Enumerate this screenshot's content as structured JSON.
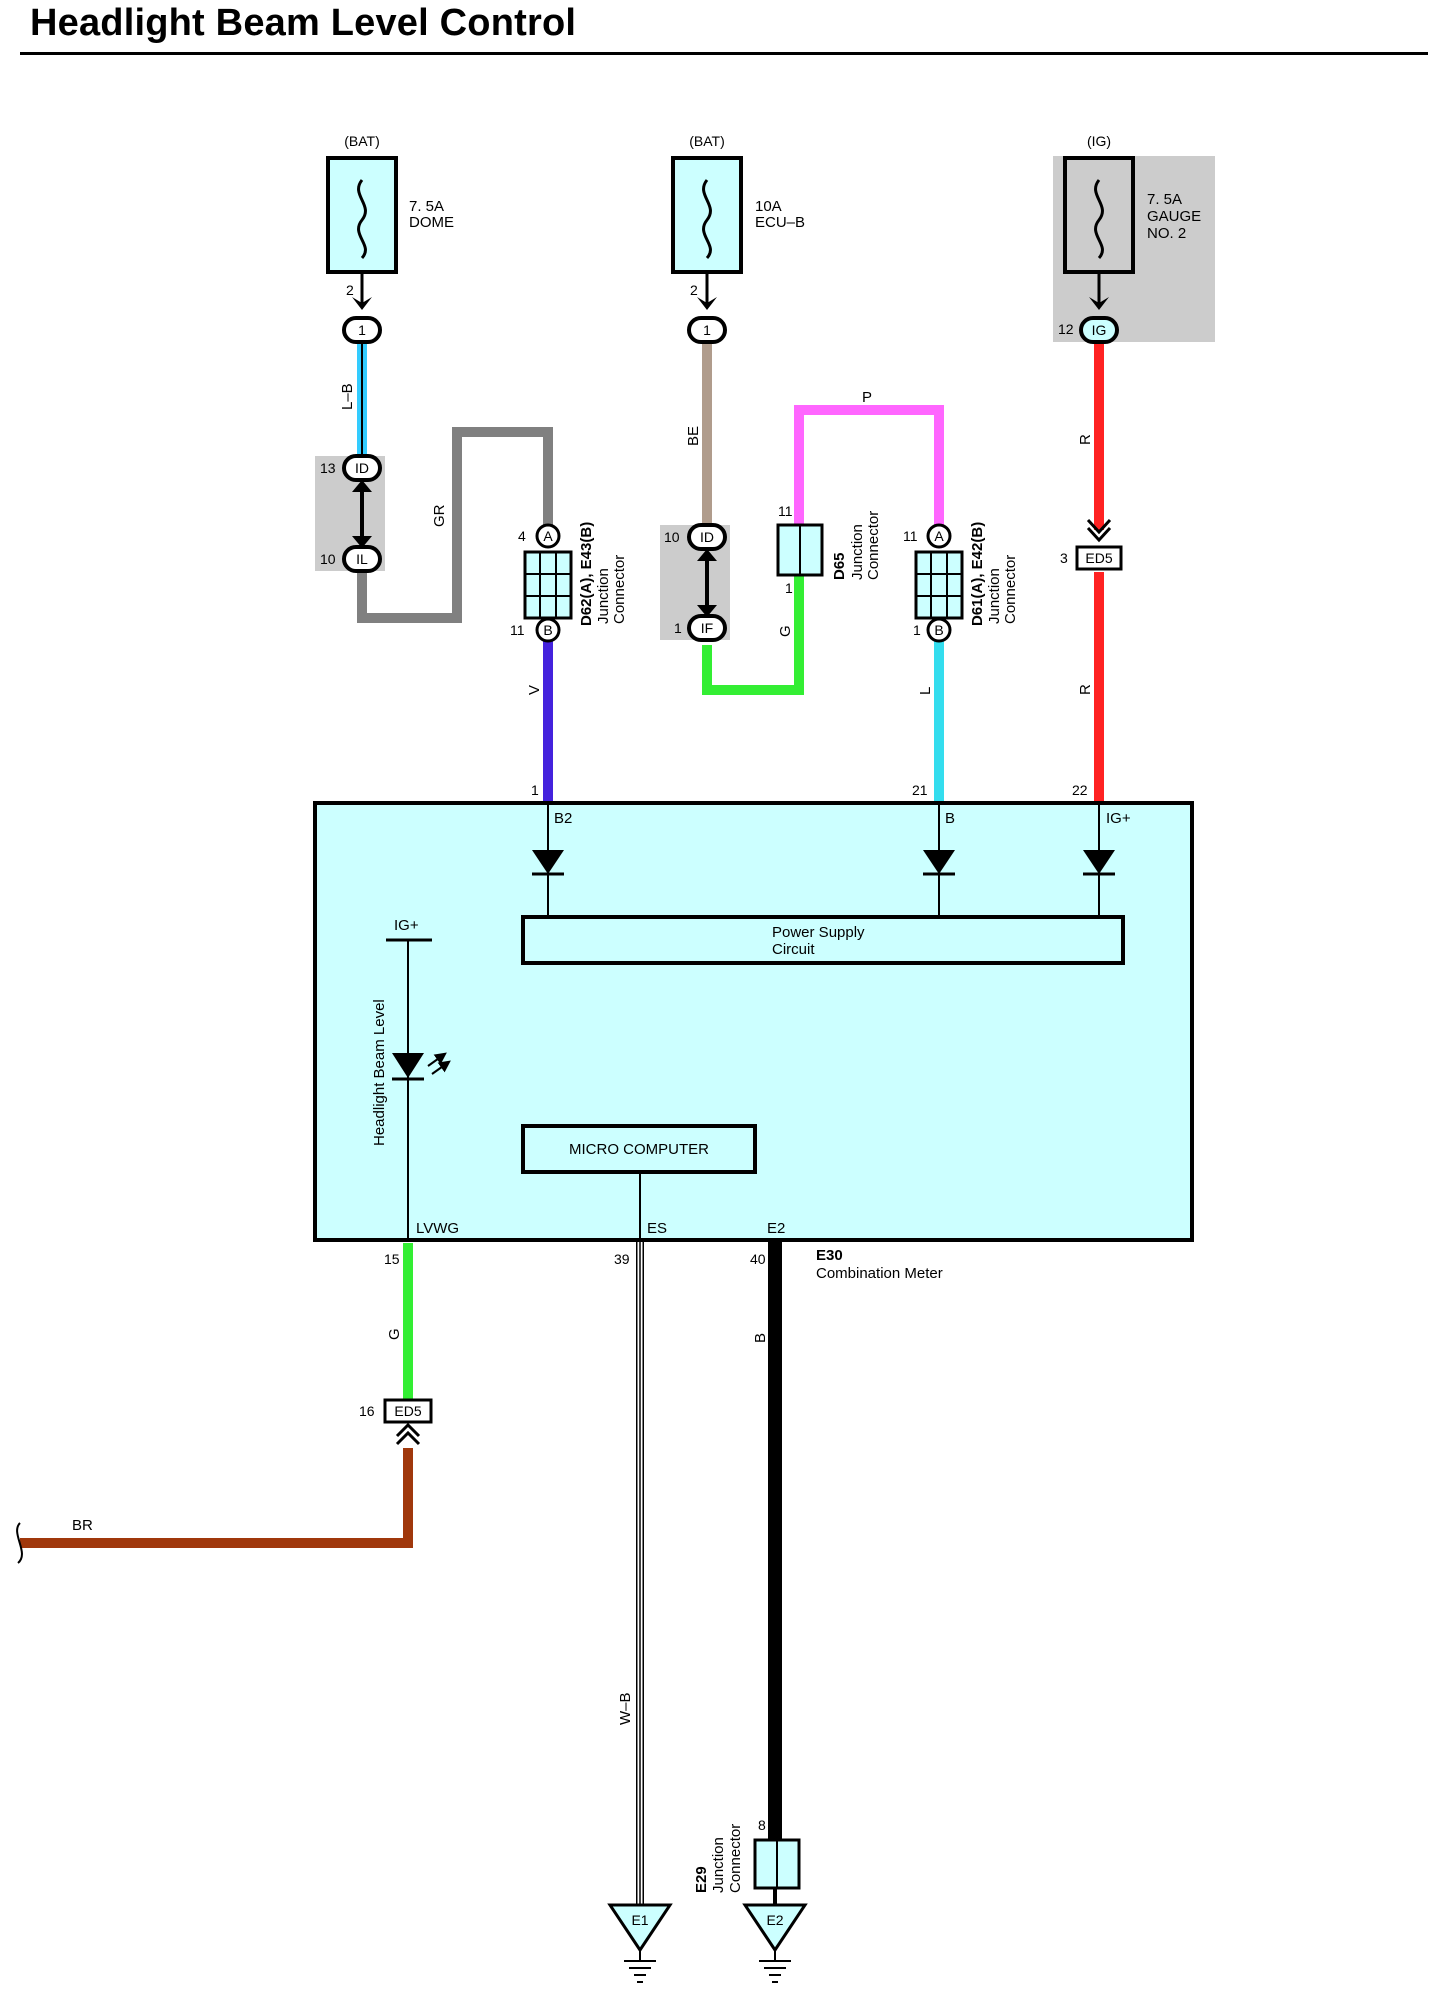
{
  "title": "Headlight Beam Level Control",
  "colors": {
    "fuse_fill": "#ccffff",
    "shaded_box": "#cccccc",
    "meter_fill": "#ccffff",
    "wire_lb": "#33ccff",
    "wire_gr": "#808080",
    "wire_be": "#b09c8c",
    "wire_p": "#ff66ff",
    "wire_g": "#33ee33",
    "wire_v": "#4422dd",
    "wire_l": "#33ddee",
    "wire_r": "#ff2222",
    "wire_br": "#a0380c",
    "wire_b": "#000000"
  },
  "fuses": {
    "dome": {
      "source": "(BAT)",
      "rating": "7. 5A",
      "name": "DOME",
      "pin": "2",
      "connector": "1"
    },
    "ecub": {
      "source": "(BAT)",
      "rating": "10A",
      "name": "ECU–B",
      "pin": "2",
      "connector": "1"
    },
    "gauge": {
      "source": "(IG)",
      "rating": "7. 5A",
      "name_line1": "GAUGE",
      "name_line2": "NO. 2",
      "pin": "12",
      "connector": "IG"
    }
  },
  "junctions": {
    "id_left": {
      "pin_top": "13",
      "conn_top": "ID",
      "pin_bottom": "10",
      "conn_bottom": "IL"
    },
    "id_mid": {
      "pin_top": "10",
      "conn_top": "ID",
      "pin_bottom": "1",
      "conn_bottom": "IF"
    },
    "d62": {
      "label": "D62(A), E43(B)",
      "type_line1": "Junction",
      "type_line2": "Connector",
      "pin_a": "4",
      "conn_a": "A",
      "pin_b": "11",
      "conn_b": "B"
    },
    "d61": {
      "label": "D61(A), E42(B)",
      "type_line1": "Junction",
      "type_line2": "Connector",
      "pin_a": "11",
      "conn_a": "A",
      "pin_b": "1",
      "conn_b": "B"
    },
    "d65": {
      "label": "D65",
      "type_line1": "Junction",
      "type_line2": "Connector",
      "pin_top": "11",
      "pin_bottom": "1"
    },
    "ed5_top": {
      "pin": "3",
      "conn": "ED5"
    },
    "ed5_bottom": {
      "pin": "16",
      "conn": "ED5"
    },
    "e29": {
      "label": "E29",
      "type_line1": "Junction",
      "type_line2": "Connector",
      "pin": "8"
    }
  },
  "wires": {
    "lb": "L–B",
    "gr": "GR",
    "be": "BE",
    "p": "P",
    "g_mid": "G",
    "r_upper": "R",
    "r_lower": "R",
    "v": "V",
    "l": "L",
    "g_lower": "G",
    "br": "BR",
    "wb": "W–B",
    "b": "B"
  },
  "meter": {
    "id": "E30",
    "name": "Combination Meter",
    "terminals": {
      "b2": {
        "pin": "1",
        "name": "B2"
      },
      "b": {
        "pin": "21",
        "name": "B"
      },
      "igp": {
        "pin": "22",
        "name": "IG+"
      },
      "lvwg": {
        "pin": "15",
        "name": "LVWG"
      },
      "es": {
        "pin": "39",
        "name": "ES"
      },
      "e2": {
        "pin": "40",
        "name": "E2"
      }
    },
    "power_supply_line1": "Power Supply",
    "power_supply_line2": "Circuit",
    "micro_computer": "MICRO COMPUTER",
    "led_label": "Headlight Beam Level",
    "led_supply": "IG+"
  },
  "grounds": {
    "e1": "E1",
    "e2": "E2"
  }
}
